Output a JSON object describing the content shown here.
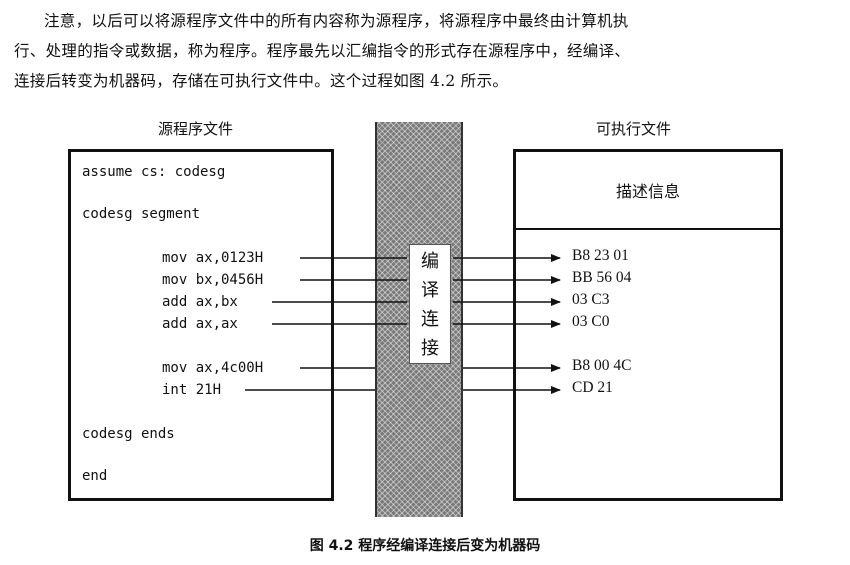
{
  "paragraph": {
    "line1": "注意，以后可以将源程序文件中的所有内容称为源程序，将源程序中最终由计算机执",
    "line2": "行、处理的指令或数据，称为程序。程序最先以汇编指令的形式存在源程序中，经编译、",
    "line3": "连接后转变为机器码，存储在可执行文件中。这个过程如图 4.2 所示。"
  },
  "figure": {
    "left_caption": "源程序文件",
    "right_caption": "可执行文件",
    "source_lines": {
      "assume": "assume cs: codesg",
      "segment": "codesg segment",
      "i1": "mov ax,0123H",
      "i2": "mov bx,0456H",
      "i3": "add ax,bx",
      "i4": "add ax,ax",
      "i5": "mov ax,4c00H",
      "i6": "int 21H",
      "ends": "codesg ends",
      "end": "end"
    },
    "band_label": [
      "编",
      "译",
      "连",
      "接"
    ],
    "description": "描述信息",
    "machine_code": [
      "B8 23 01",
      "BB 56 04",
      "03 C3",
      "03 C0",
      "B8 00 4C",
      "CD 21"
    ],
    "caption": "图 4.2    程序经编译连接后变为机器码"
  }
}
